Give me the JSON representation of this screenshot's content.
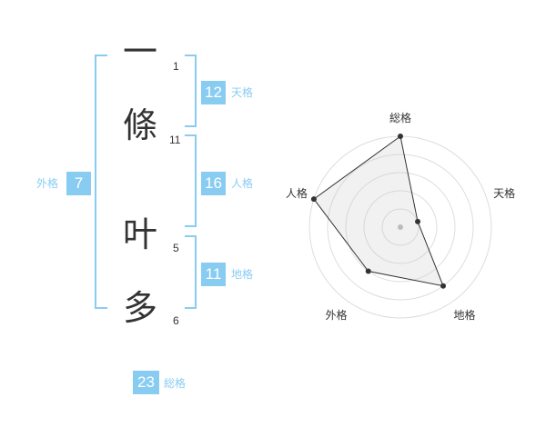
{
  "name": {
    "chars": [
      {
        "char": "一",
        "strokes": "1"
      },
      {
        "char": "條",
        "strokes": "11"
      },
      {
        "char": "叶",
        "strokes": "5"
      },
      {
        "char": "多",
        "strokes": "6"
      }
    ]
  },
  "kaku": {
    "tenkaku": {
      "value": "12",
      "label": "天格"
    },
    "jinkaku": {
      "value": "16",
      "label": "人格"
    },
    "chikaku": {
      "value": "11",
      "label": "地格"
    },
    "gaikaku": {
      "value": "7",
      "label": "外格"
    },
    "soukaku": {
      "value": "23",
      "label": "総格"
    }
  },
  "colors": {
    "accent": "#89ccf2",
    "text": "#333333",
    "grid": "#dddddd"
  },
  "chart_data": {
    "type": "radar",
    "axes": [
      "総格",
      "天格",
      "地格",
      "外格",
      "人格"
    ],
    "values": [
      5,
      1,
      4,
      3,
      5
    ],
    "max": 5,
    "rings": 5
  }
}
